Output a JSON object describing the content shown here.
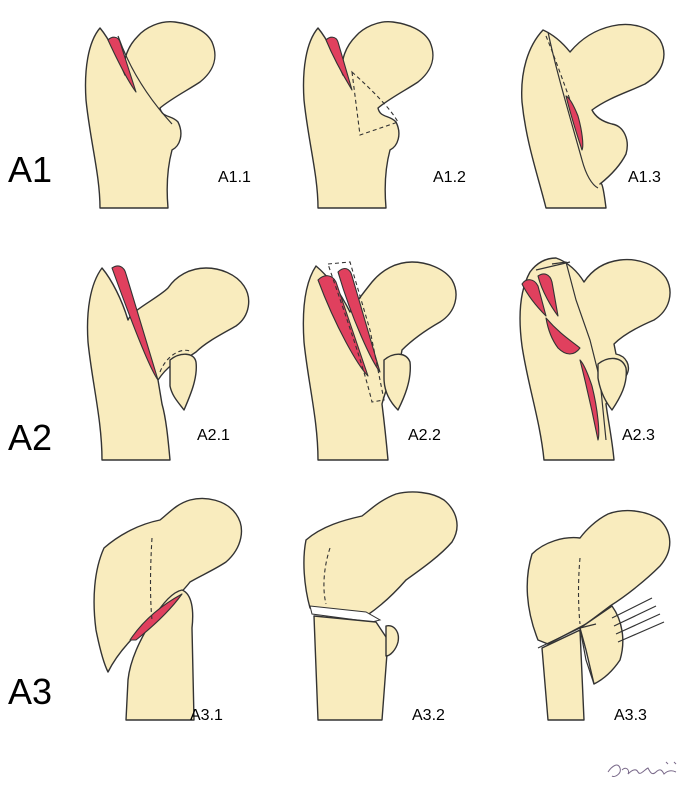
{
  "rows": [
    {
      "label": "A1",
      "panels": [
        "A1.1",
        "A1.2",
        "A1.3"
      ]
    },
    {
      "label": "A2",
      "panels": [
        "A2.1",
        "A2.2",
        "A2.3"
      ]
    },
    {
      "label": "A3",
      "panels": [
        "A3.1",
        "A3.2",
        "A3.3"
      ]
    }
  ],
  "signature": "Ponyahee P.",
  "colors": {
    "bone_fill": "#f9ecbe",
    "fragment_fill": "#e0405e",
    "outline": "#333333",
    "background": "#ffffff"
  }
}
